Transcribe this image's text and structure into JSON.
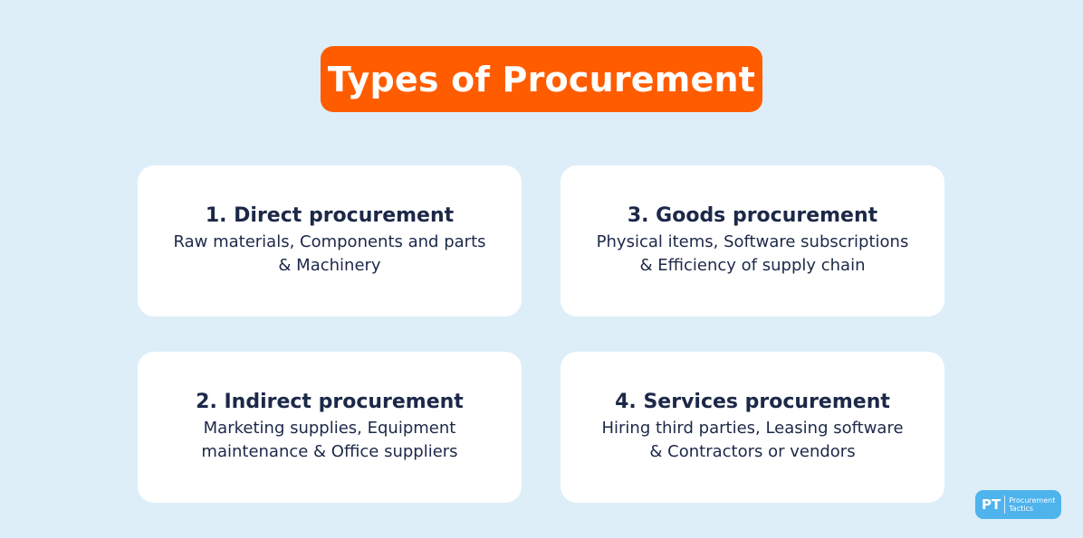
{
  "header": {
    "title": "Types of Procurement"
  },
  "cards": [
    {
      "title": "1. Direct procurement",
      "desc_line1": "Raw materials, Components and parts",
      "desc_line2": "& Machinery"
    },
    {
      "title": "2. Indirect procurement",
      "desc_line1": "Marketing supplies, Equipment",
      "desc_line2": "maintenance & Office suppliers"
    },
    {
      "title": "3. Goods procurement",
      "desc_line1": "Physical items, Software subscriptions",
      "desc_line2": "& Efficiency of supply chain"
    },
    {
      "title": "4. Services procurement",
      "desc_line1": "Hiring third parties, Leasing software",
      "desc_line2": "& Contractors or vendors"
    }
  ],
  "logo": {
    "mark": "PT",
    "line1": "Procurement",
    "line2": "Tactics"
  },
  "colors": {
    "background": "#ddeef8",
    "accent": "#ff5c00",
    "card": "#ffffff",
    "text": "#1c2848",
    "logo": "#4fb3ec"
  }
}
